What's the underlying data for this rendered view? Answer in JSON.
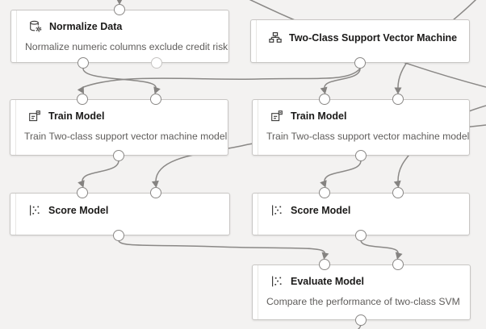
{
  "canvas": {
    "background_color": "#f3f2f1",
    "edge_color": "#8a8886",
    "card_border_color": "#c8c6c4"
  },
  "nodes": [
    {
      "title": "Normalize Data",
      "subtitle": "Normalize numeric columns exclude credit risk",
      "icon": "database-gear-icon"
    },
    {
      "title": "Two-Class Support Vector Machine",
      "subtitle": "",
      "icon": "algorithm-hierarchy-icon"
    },
    {
      "title": "Train Model",
      "subtitle": "Train Two-class support vector machine model",
      "icon": "train-model-icon"
    },
    {
      "title": "Train Model",
      "subtitle": "Train Two-class support vector machine model",
      "icon": "train-model-icon"
    },
    {
      "title": "Score Model",
      "subtitle": "",
      "icon": "scatter-plot-icon"
    },
    {
      "title": "Score Model",
      "subtitle": "",
      "icon": "scatter-plot-icon"
    },
    {
      "title": "Evaluate Model",
      "subtitle": "Compare the performance of two-class SVM",
      "icon": "scatter-plot-icon"
    }
  ]
}
